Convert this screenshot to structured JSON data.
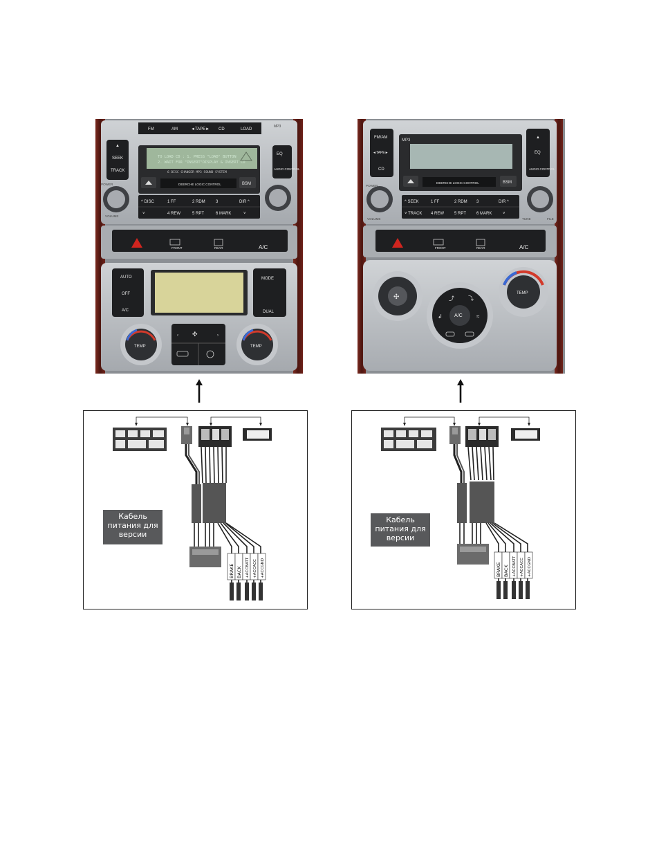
{
  "left_unit": {
    "top_buttons": [
      "FM",
      "AM",
      "◄TAPE►",
      "CD",
      "LOAD"
    ],
    "top_badge": "MP3",
    "left_buttons": [
      "▲",
      "SEEK",
      "TRACK"
    ],
    "right_buttons": [
      "EQ",
      "AUDIO CONTROL"
    ],
    "display_lines": [
      "TO LOAD CD : 1. PRESS \"LOAD\" BUTTON",
      "2. WAIT FOR \"INSERT\"DISPLAY & INSERT CD"
    ],
    "display_sub": "6 DISC CHANGER MP3 SOUND SYSTEM",
    "logic_label": "DEERCHE LOGIC CONTROL",
    "bsm_label": "BSM",
    "power_label": "POWER",
    "volume_label": "VOLUME",
    "preset_row1": [
      "^ DISC",
      "1 FF",
      "2 RDM",
      "3",
      "DIR ^"
    ],
    "preset_row2": [
      "˅",
      "4 REW",
      "5 RPT",
      "6 MARK",
      "˅"
    ],
    "hvac_row": [
      "",
      "FRONT",
      "REAR",
      "A/C"
    ],
    "climate_left": [
      "AUTO",
      "OFF",
      "A/C"
    ],
    "climate_right": [
      "MODE",
      "DUAL"
    ],
    "temp_label": "TEMP"
  },
  "right_unit": {
    "left_buttons": [
      "FM/AM",
      "◄TAPE►",
      "CD"
    ],
    "top_badge": "MP3",
    "right_buttons": [
      "▲",
      "EQ",
      "AUDIO CONTROL"
    ],
    "logic_label": "DEERCHE LOGIC CONTROL",
    "bsm_label": "BSM",
    "power_label": "POWER",
    "volume_label": "VOLUME",
    "tune_label": "TUNE",
    "file_label": "FILE",
    "preset_row1": [
      "^ SEEK",
      "1 FF",
      "2 RDM",
      "3",
      "DIR ^"
    ],
    "preset_row2": [
      "˅ TRACK",
      "4 REW",
      "5 RPT",
      "6 MARK",
      "˅"
    ],
    "hvac_row": [
      "",
      "FRONT",
      "REAR",
      "A/C"
    ],
    "ac_label": "A/C",
    "temp_label": "TEMP"
  },
  "diagram_left": {
    "note": [
      "Кабель",
      "питания для",
      "версии"
    ],
    "wires": [
      "BRAKE",
      "BACK",
      "+ACCBATT",
      "+ACCACC",
      "+ACCGND"
    ]
  },
  "diagram_right": {
    "note": [
      "Кабель",
      "питания для",
      "версии"
    ],
    "wires": [
      "BRAKE",
      "BACK",
      "+ACCBATT",
      "+ACCACC",
      "+ACCGND"
    ]
  },
  "colors": {
    "panel_silver": "#b9bcc0",
    "button_black": "#1e1f21",
    "wood": "#5a1c16",
    "lcd_green": "#9fb79c",
    "lcd_amber": "#d8d49a",
    "note_bg": "#58595b"
  }
}
